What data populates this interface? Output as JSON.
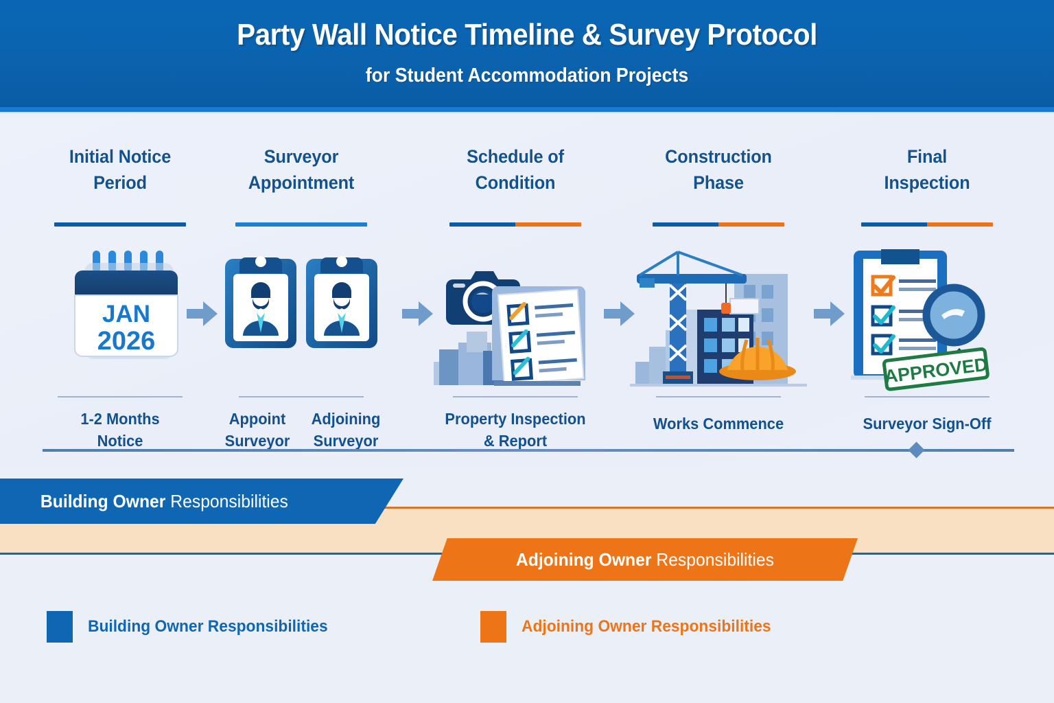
{
  "header": {
    "title": "Party Wall Notice Timeline & Survey Protocol",
    "subtitle": "for Student Accommodation Projects",
    "bg_color": "#0b63ae"
  },
  "colors": {
    "brand_blue": "#0f67b4",
    "dark_blue": "#14528f",
    "accent_orange": "#ed7518",
    "peach": "#fae0c2",
    "panel_bg": "#eaeff9"
  },
  "steps": [
    {
      "index": 1,
      "title": "Initial Notice Period",
      "title_line1": "Initial Notice",
      "title_line2": "Period",
      "rule": [
        "#0b5ca8"
      ],
      "icon": "calendar-icon",
      "calendar_month": "JAN",
      "calendar_year": "2026",
      "caption_line1": "1-2 Months",
      "caption_line2": "Notice"
    },
    {
      "index": 2,
      "title": "Surveyor Appointment",
      "title_line1": "Surveyor",
      "title_line2": "Appointment",
      "rule": [
        "#1b7fd4"
      ],
      "icon": "surveyor-badge-icon",
      "caption_left_line1": "Appoint",
      "caption_left_line2": "Surveyor",
      "caption_right_line1": "Adjoining",
      "caption_right_line2": "Surveyor"
    },
    {
      "index": 3,
      "title": "Schedule of Condition",
      "title_line1": "Schedule of",
      "title_line2": "Condition",
      "rule": [
        "#0b5ca8",
        "#ec7218"
      ],
      "icon": "camera-checklist-icon",
      "caption_line1": "Property Inspection",
      "caption_line2": "& Report"
    },
    {
      "index": 4,
      "title": "Construction Phase",
      "title_line1": "Construction",
      "title_line2": "Phase",
      "rule": [
        "#0b5ca8",
        "#ec7218"
      ],
      "icon": "crane-building-hardhat-icon",
      "caption_line1": "Works Commence",
      "caption_line2": ""
    },
    {
      "index": 5,
      "title": "Final Inspection",
      "title_line1": "Final",
      "title_line2": "Inspection",
      "rule": [
        "#0b5ca8",
        "#ec7218"
      ],
      "icon": "approved-clipboard-magnifier-icon",
      "stamp_text": "APPROVED",
      "caption_line1": "Surveyor Sign-Off",
      "caption_line2": ""
    }
  ],
  "bands": {
    "building_owner_strong": "Building Owner",
    "building_owner_rest": " Responsibilities",
    "adjoining_owner_strong": "Adjoining Owner",
    "adjoining_owner_rest": " Responsibilities"
  },
  "legend": [
    {
      "label": "Building Owner Responsibilities",
      "color": "#0f67b4"
    },
    {
      "label": "Adjoining Owner Responsibilities",
      "color": "#ed7518"
    }
  ]
}
